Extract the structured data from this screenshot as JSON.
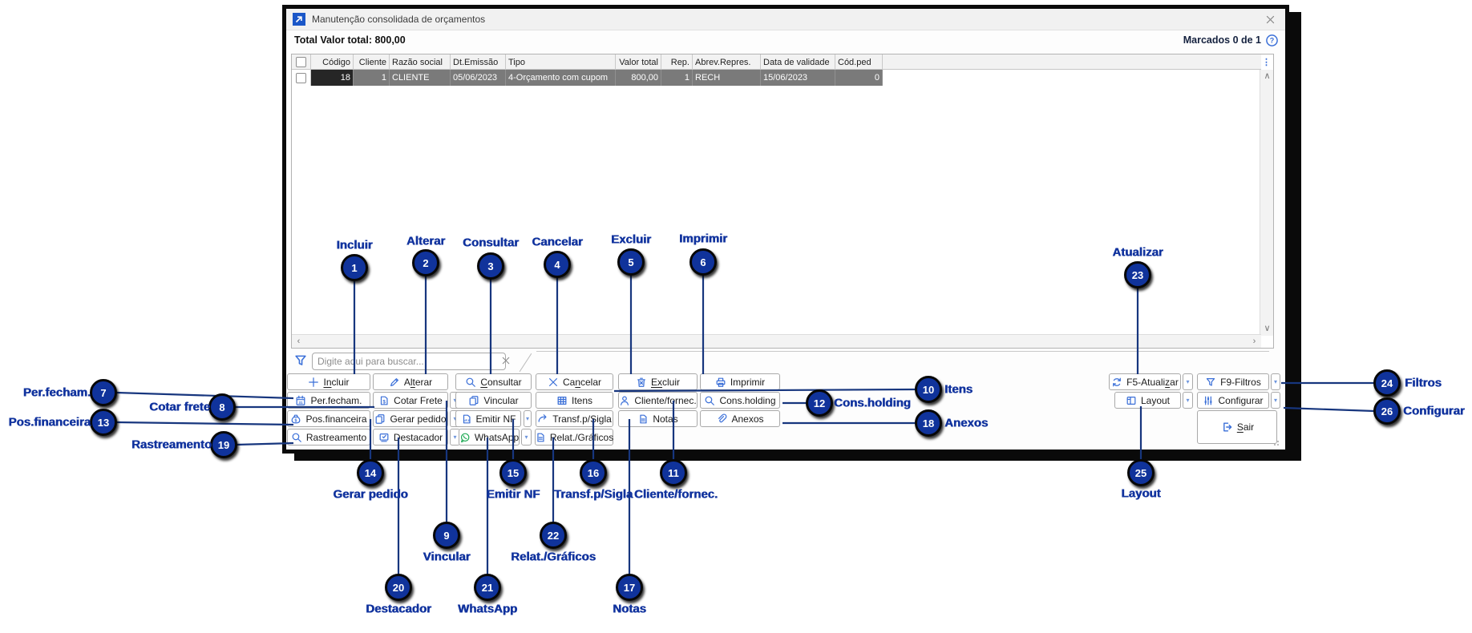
{
  "window": {
    "title": "Manutenção consolidada de orçamentos"
  },
  "summary": {
    "total": "Total Valor total: 800,00",
    "marked": "Marcados 0 de 1"
  },
  "table": {
    "columns": [
      "Código",
      "Cliente",
      "Razão social",
      "Dt.Emissão",
      "Tipo",
      "Valor total",
      "Rep.",
      "Abrev.Repres.",
      "Data de validade",
      "Cód.ped"
    ],
    "row": [
      "18",
      "1",
      "CLIENTE",
      "05/06/2023",
      "4-Orçamento com cupom",
      "800,00",
      "1",
      "RECH",
      "15/06/2023",
      "0"
    ]
  },
  "filter": {
    "placeholder": "Digite aqui para buscar..."
  },
  "buttons": {
    "incluir": {
      "pre": "",
      "u": "In",
      "post": "cluir"
    },
    "alterar": {
      "pre": "A",
      "u": "lt",
      "post": "erar"
    },
    "consultar": {
      "pre": "",
      "u": "C",
      "post": "onsultar"
    },
    "cancelar": {
      "pre": "Ca",
      "u": "n",
      "post": "celar"
    },
    "excluir": {
      "pre": "",
      "u": "Ex",
      "post": "cluir"
    },
    "imprimir": {
      "label": "Imprimir"
    },
    "per_fecham": {
      "label": "Per.fecham."
    },
    "cotar_frete": {
      "label": "Cotar Frete"
    },
    "vincular": {
      "label": "Vincular"
    },
    "itens": {
      "label": "Itens"
    },
    "cliente_fornec": {
      "label": "Cliente/fornec."
    },
    "cons_holding": {
      "label": "Cons.holding"
    },
    "pos_financeira": {
      "label": "Pos.financeira"
    },
    "gerar_pedido": {
      "label": "Gerar pedido"
    },
    "emitir_nf": {
      "label": "Emitir NF"
    },
    "transf_sigla": {
      "label": "Transf.p/Sigla"
    },
    "notas": {
      "label": "Notas"
    },
    "anexos": {
      "label": "Anexos"
    },
    "rastreamento": {
      "label": "Rastreamento"
    },
    "destacador": {
      "label": "Destacador"
    },
    "whatsapp": {
      "label": "WhatsApp"
    },
    "relat_graficos": {
      "label": "Relat./Gráficos"
    },
    "f5_atualizar": {
      "pre": "F5-Atuali",
      "u": "z",
      "post": "ar"
    },
    "f9_filtros": {
      "label": "F9-Filtros"
    },
    "layout": {
      "label": "Layout"
    },
    "configurar": {
      "label": "Configurar"
    },
    "sair": {
      "pre": "",
      "u": "S",
      "post": "air"
    }
  },
  "callouts": {
    "c1": {
      "num": "1",
      "label": "Incluir"
    },
    "c2": {
      "num": "2",
      "label": "Alterar"
    },
    "c3": {
      "num": "3",
      "label": "Consultar"
    },
    "c4": {
      "num": "4",
      "label": "Cancelar"
    },
    "c5": {
      "num": "5",
      "label": "Excluir"
    },
    "c6": {
      "num": "6",
      "label": "Imprimir"
    },
    "c7": {
      "num": "7",
      "label": "Per.fecham."
    },
    "c8": {
      "num": "8",
      "label": "Cotar frete"
    },
    "c9": {
      "num": "9",
      "label": "Vincular"
    },
    "c10": {
      "num": "10",
      "label": "Itens"
    },
    "c11": {
      "num": "11",
      "label": "Cliente/fornec."
    },
    "c12": {
      "num": "12",
      "label": "Cons.holding"
    },
    "c13": {
      "num": "13",
      "label": "Pos.financeira"
    },
    "c14": {
      "num": "14",
      "label": "Gerar pedido"
    },
    "c15": {
      "num": "15",
      "label": "Emitir NF"
    },
    "c16": {
      "num": "16",
      "label": "Transf.p/Sigla"
    },
    "c17": {
      "num": "17",
      "label": "Notas"
    },
    "c18": {
      "num": "18",
      "label": "Anexos"
    },
    "c19": {
      "num": "19",
      "label": "Rastreamento"
    },
    "c20": {
      "num": "20",
      "label": "Destacador"
    },
    "c21": {
      "num": "21",
      "label": "WhatsApp"
    },
    "c22": {
      "num": "22",
      "label": "Relat./Gráficos"
    },
    "c23": {
      "num": "23",
      "label": "Atualizar"
    },
    "c24": {
      "num": "24",
      "label": "Filtros"
    },
    "c25": {
      "num": "25",
      "label": "Layout"
    },
    "c26": {
      "num": "26",
      "label": "Configurar"
    }
  },
  "colors": {
    "accent_blue": "#3a6fd8",
    "annotation_blue": "#11339e",
    "whatsapp_green": "#1faa55",
    "selected_row_gray": "#7a7a7a",
    "focused_cell_black": "#262626"
  }
}
